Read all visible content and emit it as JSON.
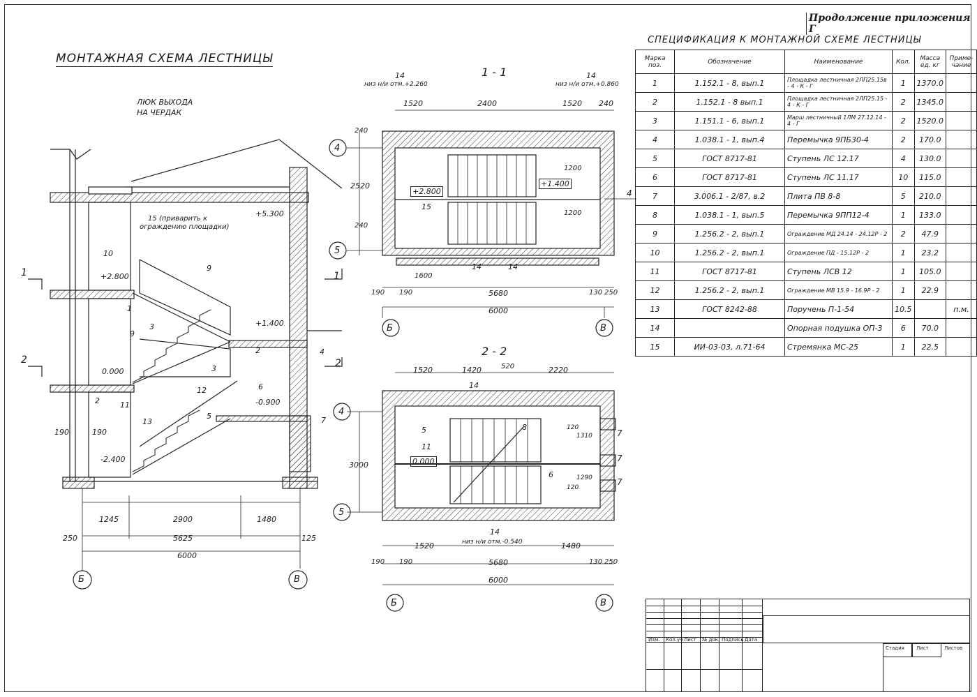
{
  "appendix_header": "Продолжение приложения Г",
  "title": "МОНТАЖНАЯ СХЕМА ЛЕСТНИЦЫ",
  "section_1": {
    "title": "1 - 1",
    "top_callouts": [
      "14",
      "низ н/и отм.+2.260",
      "14",
      "низ н/и отм.+0.860"
    ],
    "dims_top": [
      "1520",
      "2400",
      "1520",
      "240"
    ],
    "dim_side_240": "240",
    "dim_side_2520": "2520",
    "dim_side_240b": "240",
    "dim_1200a": "1200",
    "dim_1200b": "1200",
    "level_a": "+2.800",
    "level_b": "+1.400",
    "label_15": "15",
    "label_14a": "14",
    "label_14b": "14",
    "dim_1600": "1600",
    "dims_bottom": [
      "190",
      "190",
      "5680",
      "130",
      "250"
    ],
    "total": "6000",
    "axis_top": "4",
    "axis_bot": "5",
    "axis_left": "Б",
    "axis_right": "В",
    "label_4": "4"
  },
  "section_2": {
    "title": "2 - 2",
    "dims_top": [
      "1520",
      "1420",
      "520",
      "2220"
    ],
    "label_14_top": "14",
    "dim_3000": "3000",
    "label_5": "5",
    "label_11": "11",
    "label_8": "8",
    "label_6": "6",
    "level": "0.000",
    "right_dims": [
      "120",
      "1310",
      "1290",
      "120"
    ],
    "label_7a": "7",
    "label_7b": "7",
    "label_7c": "7",
    "bottom_callout": "14",
    "bottom_callout_note": "низ н/и отм.-0.540",
    "dims_mid": [
      "1520",
      "1480"
    ],
    "dims_bottom": [
      "190",
      "190",
      "5680",
      "130",
      "250"
    ],
    "total": "6000",
    "axis_top": "4",
    "axis_bot": "5",
    "axis_left": "Б",
    "axis_right": "В"
  },
  "elevation": {
    "hatch_label_line1": "ЛЮК ВЫХОДА",
    "hatch_label_line2": "НА ЧЕРДАК",
    "label_15": "15 (приварить к",
    "label_15b": "ограждению площадки)",
    "level_5300": "+5.300",
    "level_2800": "+2.800",
    "level_1400": "+1.400",
    "level_0000": "0.000",
    "level_m0900": "-0.900",
    "level_m2400": "-2.400",
    "marks": [
      "10",
      "9",
      "1",
      "3",
      "9",
      "2",
      "3",
      "12",
      "6",
      "11",
      "2",
      "13",
      "5",
      "4",
      "7"
    ],
    "cut_1": "1",
    "cut_2": "2",
    "dim_190a": "190",
    "dim_190b": "190",
    "dims_row1": [
      "1245",
      "2900",
      "1480"
    ],
    "dims_row2": [
      "250",
      "5625",
      "125"
    ],
    "total": "6000",
    "axis_left": "Б",
    "axis_right": "В"
  },
  "spec": {
    "title": "СПЕЦИФИКАЦИЯ К МОНТАЖНОЙ СХЕМЕ ЛЕСТНИЦЫ",
    "headers": [
      "Марка поз.",
      "Обозначение",
      "Наименование",
      "Кол.",
      "Масса ед. кг",
      "Приме­чание"
    ],
    "rows": [
      [
        "1",
        "1.152.1 - 8, вып.1",
        "Площадка лестничная 2ЛП25.15в - 4 - К - Г",
        "1",
        "1370.0",
        ""
      ],
      [
        "2",
        "1.152.1 - 8 вып.1",
        "Площадка лестничная 2ЛП25.15 - 4 - К - Г",
        "2",
        "1345.0",
        ""
      ],
      [
        "3",
        "1.151.1 - 6, вып.1",
        "Марш лестничный 1ЛМ 27.12.14 - 4 - Г",
        "2",
        "1520.0",
        ""
      ],
      [
        "4",
        "1.038.1 - 1, вып.4",
        "Перемычка 9ПБ30-4",
        "2",
        "170.0",
        ""
      ],
      [
        "5",
        "ГОСТ 8717-81",
        "Ступень ЛС 12.17",
        "4",
        "130.0",
        ""
      ],
      [
        "6",
        "ГОСТ 8717-81",
        "Ступень ЛС 11.17",
        "10",
        "115.0",
        ""
      ],
      [
        "7",
        "3.006.1 - 2/87, в.2",
        "Плита ПВ 8-8",
        "5",
        "210.0",
        ""
      ],
      [
        "8",
        "1.038.1 - 1, вып.5",
        "Перемычка 9ПП12-4",
        "1",
        "133.0",
        ""
      ],
      [
        "9",
        "1.256.2 - 2, вып.1",
        "Ограждение МД 24.14 - 24.12Р - 2",
        "2",
        "47.9",
        ""
      ],
      [
        "10",
        "1.256.2 - 2, вып.1",
        "Ограждение ПД - 15.12Р - 2",
        "1",
        "23.2",
        ""
      ],
      [
        "11",
        "ГОСТ 8717-81",
        "Ступень ЛСВ 12",
        "1",
        "105.0",
        ""
      ],
      [
        "12",
        "1.256.2 - 2, вып.1",
        "Ограждение МВ 15.9 - 16.9Р - 2",
        "1",
        "22.9",
        ""
      ],
      [
        "13",
        "ГОСТ 8242-88",
        "Поручень П-1-54",
        "10.5",
        "",
        "п.м."
      ],
      [
        "14",
        "",
        "Опорная подушка ОП-3",
        "6",
        "70.0",
        ""
      ],
      [
        "15",
        "ИИ-03-03, л.71-64",
        "Стремянка МС-25",
        "1",
        "22.5",
        ""
      ]
    ]
  },
  "stamp": {
    "cols": [
      "Изм.",
      "Кол.уч",
      "Лист",
      "№ док.",
      "Подпись",
      "Дата"
    ],
    "right": [
      "Стадия",
      "Лист",
      "Листов"
    ]
  }
}
